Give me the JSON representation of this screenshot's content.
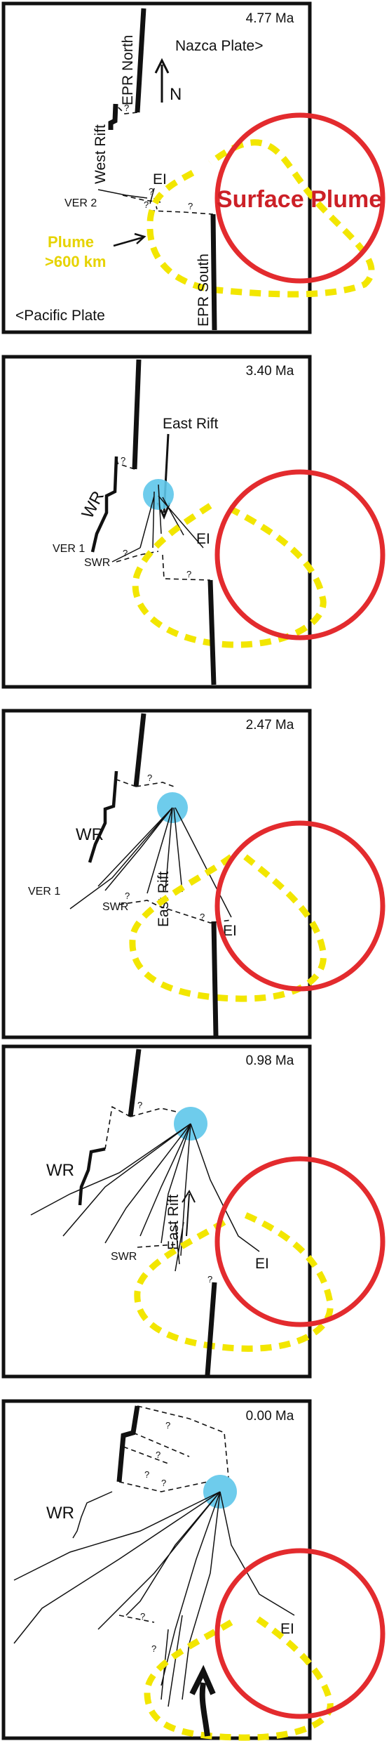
{
  "panels": [
    {
      "age": "4.77 Ma",
      "labels": {
        "epr_north": "EPR North",
        "nazca": "Nazca Plate>",
        "north": "N",
        "west_rift": "West Rift",
        "ei": "EI",
        "ver2": "VER 2",
        "surface_plume": "Surface Plume",
        "plume_line1": "Plume",
        "plume_line2": ">600 km",
        "epr_south": "EPR South",
        "pacific": "<Pacific Plate"
      }
    },
    {
      "age": "3.40 Ma",
      "labels": {
        "east_rift": "East Rift",
        "wr": "WR",
        "ver1": "VER 1",
        "swr": "SWR",
        "ei": "EI"
      }
    },
    {
      "age": "2.47 Ma",
      "labels": {
        "wr": "WR",
        "ver1": "VER 1",
        "swr": "SWR",
        "east_rift": "East Rift",
        "ei": "EI"
      }
    },
    {
      "age": "0.98 Ma",
      "labels": {
        "wr": "WR",
        "swr": "SWR",
        "east_rift": "East Rift",
        "ei": "EI"
      }
    },
    {
      "age": "0.00 Ma",
      "labels": {
        "wr": "WR",
        "ei": "EI"
      }
    }
  ],
  "uncertain_mark": "?",
  "colors": {
    "surface_plume_circle": "#e32b2e",
    "deep_plume_outline": "#f2e600",
    "hotspot": "#5ec6ea",
    "ridge": "#111111"
  }
}
